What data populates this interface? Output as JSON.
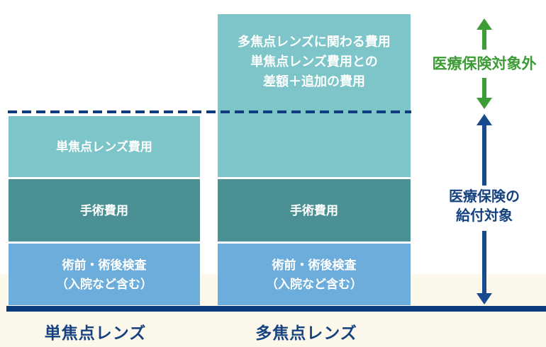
{
  "colors": {
    "light_teal": "#7dc5c8",
    "dark_teal": "#4b9093",
    "sky_blue": "#6caddc",
    "navy_axis": "#0a3a7a",
    "navy_text": "#16427f",
    "arrow_blue": "#174a8f",
    "arrow_green": "#3d9c35",
    "cream_band": "#fcf9ec",
    "block_text": "#ffffff"
  },
  "left_column": {
    "axis_label": "単焦点レンズ",
    "lens_block_label": "単焦点レンズ費用",
    "surgery_block_label": "手術費用",
    "exam_block_line1": "術前・術後検査",
    "exam_block_line2": "（入院など含む）"
  },
  "right_column": {
    "axis_label": "多焦点レンズ",
    "top_block_line1": "多焦点レンズに関わる費用",
    "top_block_line2": "単焦点レンズ費用との",
    "top_block_line3": "差額＋追加の費用",
    "surgery_block_label": "手術費用",
    "exam_block_line1": "術前・術後検査",
    "exam_block_line2": "（入院など含む）"
  },
  "annotations": {
    "not_covered_label": "医療保険対象外",
    "covered_label_line1": "医療保険の",
    "covered_label_line2": "給付対象"
  }
}
